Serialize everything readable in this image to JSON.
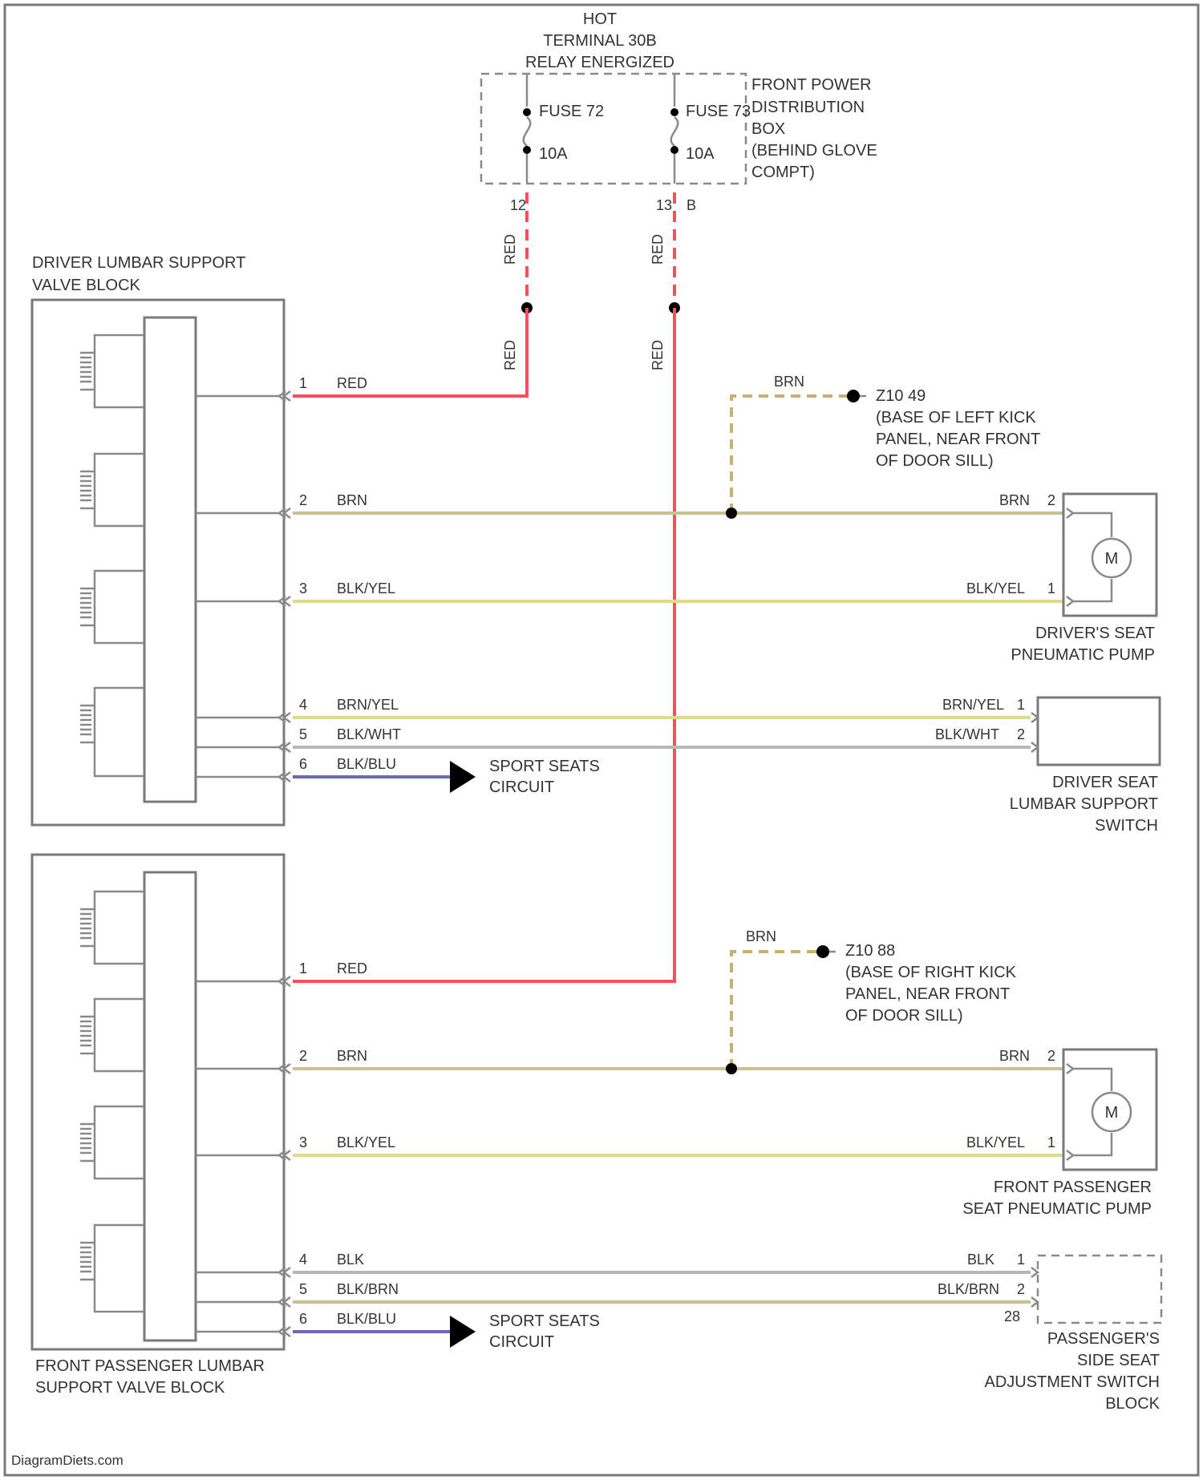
{
  "colors": {
    "red_wire": "#ff4d5e",
    "brown_wire": "#cdbf8f",
    "yellow_wire": "#dedc8a",
    "gray_wire": "#b8b8b8",
    "blue_wire": "#6a6ab8",
    "ground_dash": "#c8b070",
    "outline": "#7a7a7a"
  },
  "power": {
    "hot_lines": [
      "HOT",
      "TERMINAL 30B",
      "RELAY ENERGIZED"
    ],
    "fuse_left_name": "FUSE 72",
    "fuse_left_rating": "10A",
    "fuse_right_name": "FUSE 73",
    "fuse_right_rating": "10A",
    "box_lines": [
      "FRONT POWER",
      "DISTRIBUTION",
      "BOX",
      "(BEHIND GLOVE",
      "COMPT)"
    ],
    "pin_left": "12",
    "pin_right_a": "13",
    "pin_right_b": "B",
    "wire_red": "RED"
  },
  "driver": {
    "block_lines": [
      "DRIVER LUMBAR SUPPORT",
      "VALVE BLOCK"
    ],
    "pins": [
      "1",
      "2",
      "3",
      "4",
      "5",
      "6"
    ],
    "wires": [
      "RED",
      "BRN",
      "BLK/YEL",
      "BRN/YEL",
      "BLK/WHT",
      "BLK/BLU"
    ],
    "ground_wire": "BRN",
    "ground_id": "Z10 49",
    "ground_lines": [
      "(BASE OF LEFT KICK",
      "PANEL, NEAR FRONT",
      "OF DOOR SILL)"
    ],
    "pump_pins": [
      "2",
      "1"
    ],
    "pump_wires": [
      "BRN",
      "BLK/YEL"
    ],
    "pump_lines": [
      "DRIVER'S SEAT",
      "PNEUMATIC PUMP"
    ],
    "switch_pins": [
      "1",
      "2"
    ],
    "switch_wires": [
      "BRN/YEL",
      "BLK/WHT"
    ],
    "switch_lines": [
      "DRIVER SEAT",
      "LUMBAR SUPPORT",
      "SWITCH"
    ],
    "sport_lines": [
      "SPORT SEATS",
      "CIRCUIT"
    ]
  },
  "passenger": {
    "block_lines": [
      "FRONT PASSENGER LUMBAR",
      "SUPPORT VALVE BLOCK"
    ],
    "pins": [
      "1",
      "2",
      "3",
      "4",
      "5",
      "6"
    ],
    "wires": [
      "RED",
      "BRN",
      "BLK/YEL",
      "BLK",
      "BLK/BRN",
      "BLK/BLU"
    ],
    "ground_wire": "BRN",
    "ground_id": "Z10 88",
    "ground_lines": [
      "(BASE OF RIGHT KICK",
      "PANEL, NEAR FRONT",
      "OF DOOR SILL)"
    ],
    "pump_pins": [
      "2",
      "1"
    ],
    "pump_wires": [
      "BRN",
      "BLK/YEL"
    ],
    "pump_lines": [
      "FRONT PASSENGER",
      "SEAT PNEUMATIC PUMP"
    ],
    "switch_pins": [
      "1",
      "2"
    ],
    "switch_extra": "28",
    "switch_wires": [
      "BLK",
      "BLK/BRN"
    ],
    "switch_lines": [
      "PASSENGER'S",
      "SIDE SEAT",
      "ADJUSTMENT SWITCH",
      "BLOCK"
    ],
    "sport_lines": [
      "SPORT SEATS",
      "CIRCUIT"
    ]
  },
  "motor_symbol": "M",
  "watermark": "DiagramDiets.com"
}
